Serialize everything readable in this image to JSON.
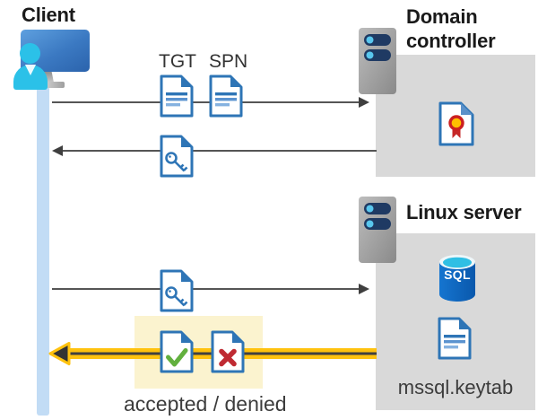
{
  "client": {
    "label": "Client"
  },
  "domain_controller": {
    "label": "Domain controller"
  },
  "linux_server": {
    "label": "Linux server",
    "sql_label": "SQL",
    "keytab_label": "mssql.keytab"
  },
  "flow": {
    "tgt_label": "TGT",
    "spn_label": "SPN",
    "accepted_denied_label": "accepted / denied"
  },
  "icons": {
    "client": "client-user-monitor-icon",
    "server": "server-icon",
    "tgt_document": "tgt-document-icon",
    "spn_document": "spn-document-icon",
    "key_document": "key-document-icon",
    "certificate_document": "certificate-document-icon",
    "sql_database": "sql-database-icon",
    "keytab_document": "keytab-document-icon",
    "accepted_document": "accepted-check-document-icon",
    "denied_document": "denied-x-document-icon"
  },
  "colors": {
    "doc_blue": "#2e75b6",
    "box_gray": "#d9d9d9",
    "arrow_gray": "#555555",
    "lifeline_blue": "#c2dcf5",
    "highlight_yellow": "#fbf3cf",
    "arrow_yellow": "#ffc20e",
    "check_green": "#62b03e",
    "deny_red": "#bf2b33",
    "cert_ring_red": "#cc2020",
    "cert_center_yellow": "#ffc000",
    "server_navy": "#1f3a63",
    "server_dot_blue": "#59c7ee",
    "sql_blue": "#0a58ac",
    "person_cyan": "#2bc1e8"
  }
}
